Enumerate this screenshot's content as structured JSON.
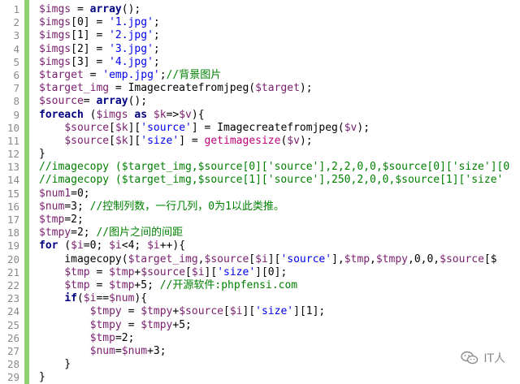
{
  "editor": {
    "lines": [
      {
        "n": "1",
        "tokens": [
          [
            "var",
            "$imgs"
          ],
          [
            "pl",
            " = "
          ],
          [
            "kw",
            "array"
          ],
          [
            "pl",
            "();"
          ]
        ]
      },
      {
        "n": "2",
        "tokens": [
          [
            "var",
            "$imgs"
          ],
          [
            "pl",
            "[0] = "
          ],
          [
            "str",
            "'1.jpg'"
          ],
          [
            "pl",
            ";"
          ]
        ]
      },
      {
        "n": "3",
        "tokens": [
          [
            "var",
            "$imgs"
          ],
          [
            "pl",
            "[1] = "
          ],
          [
            "str",
            "'2.jpg'"
          ],
          [
            "pl",
            ";"
          ]
        ]
      },
      {
        "n": "4",
        "tokens": [
          [
            "var",
            "$imgs"
          ],
          [
            "pl",
            "[2] = "
          ],
          [
            "str",
            "'3.jpg'"
          ],
          [
            "pl",
            ";"
          ]
        ]
      },
      {
        "n": "5",
        "tokens": [
          [
            "var",
            "$imgs"
          ],
          [
            "pl",
            "[3] = "
          ],
          [
            "str",
            "'4.jpg'"
          ],
          [
            "pl",
            ";"
          ]
        ]
      },
      {
        "n": "6",
        "tokens": [
          [
            "var",
            "$target"
          ],
          [
            "pl",
            " = "
          ],
          [
            "str",
            "'emp.jpg'"
          ],
          [
            "pl",
            ";"
          ],
          [
            "com",
            "//背景图片"
          ]
        ]
      },
      {
        "n": "7",
        "tokens": [
          [
            "var",
            "$target_img"
          ],
          [
            "pl",
            " = Imagecreatefromjpeg("
          ],
          [
            "var",
            "$target"
          ],
          [
            "pl",
            ");"
          ]
        ]
      },
      {
        "n": "8",
        "tokens": [
          [
            "var",
            "$source"
          ],
          [
            "pl",
            "= "
          ],
          [
            "kw",
            "array"
          ],
          [
            "pl",
            "();"
          ]
        ]
      },
      {
        "n": "9",
        "tokens": [
          [
            "kw",
            "foreach"
          ],
          [
            "pl",
            " ("
          ],
          [
            "var",
            "$imgs"
          ],
          [
            "pl",
            " "
          ],
          [
            "kw",
            "as"
          ],
          [
            "pl",
            " "
          ],
          [
            "var",
            "$k"
          ],
          [
            "pl",
            "=>"
          ],
          [
            "var",
            "$v"
          ],
          [
            "pl",
            "){"
          ]
        ]
      },
      {
        "n": "10",
        "tokens": [
          [
            "pl",
            "    "
          ],
          [
            "var",
            "$source"
          ],
          [
            "pl",
            "["
          ],
          [
            "var",
            "$k"
          ],
          [
            "pl",
            "]["
          ],
          [
            "str",
            "'source'"
          ],
          [
            "pl",
            "] = Imagecreatefromjpeg("
          ],
          [
            "var",
            "$v"
          ],
          [
            "pl",
            ");"
          ]
        ]
      },
      {
        "n": "11",
        "tokens": [
          [
            "pl",
            "    "
          ],
          [
            "var",
            "$source"
          ],
          [
            "pl",
            "["
          ],
          [
            "var",
            "$k"
          ],
          [
            "pl",
            "]["
          ],
          [
            "str",
            "'size'"
          ],
          [
            "pl",
            "] = "
          ],
          [
            "fn",
            "getimagesize"
          ],
          [
            "pl",
            "("
          ],
          [
            "var",
            "$v"
          ],
          [
            "pl",
            ");"
          ]
        ]
      },
      {
        "n": "12",
        "tokens": [
          [
            "pl",
            "}"
          ]
        ]
      },
      {
        "n": "13",
        "tokens": [
          [
            "com",
            "//imagecopy ($target_img,$source[0]['source'],2,2,0,0,$source[0]['size'][0"
          ]
        ]
      },
      {
        "n": "14",
        "tokens": [
          [
            "com",
            "//imagecopy ($target_img,$source[1]['source'],250,2,0,0,$source[1]['size'"
          ]
        ]
      },
      {
        "n": "15",
        "tokens": [
          [
            "var",
            "$num1"
          ],
          [
            "pl",
            "=0;"
          ]
        ]
      },
      {
        "n": "16",
        "tokens": [
          [
            "var",
            "$num"
          ],
          [
            "pl",
            "=3; "
          ],
          [
            "com",
            "//控制列数，一行几列，0为1以此类推。"
          ]
        ]
      },
      {
        "n": "17",
        "tokens": [
          [
            "var",
            "$tmp"
          ],
          [
            "pl",
            "=2;"
          ]
        ]
      },
      {
        "n": "18",
        "tokens": [
          [
            "var",
            "$tmpy"
          ],
          [
            "pl",
            "=2; "
          ],
          [
            "com",
            "//图片之间的间距"
          ]
        ]
      },
      {
        "n": "19",
        "tokens": [
          [
            "kw",
            "for"
          ],
          [
            "pl",
            " ("
          ],
          [
            "var",
            "$i"
          ],
          [
            "pl",
            "=0; "
          ],
          [
            "var",
            "$i"
          ],
          [
            "pl",
            "<4; "
          ],
          [
            "var",
            "$i"
          ],
          [
            "pl",
            "++){"
          ]
        ]
      },
      {
        "n": "20",
        "tokens": [
          [
            "pl",
            "    imagecopy("
          ],
          [
            "var",
            "$target_img"
          ],
          [
            "pl",
            ","
          ],
          [
            "var",
            "$source"
          ],
          [
            "pl",
            "["
          ],
          [
            "var",
            "$i"
          ],
          [
            "pl",
            "]["
          ],
          [
            "str",
            "'source'"
          ],
          [
            "pl",
            "],"
          ],
          [
            "var",
            "$tmp"
          ],
          [
            "pl",
            ","
          ],
          [
            "var",
            "$tmpy"
          ],
          [
            "pl",
            ",0,0,"
          ],
          [
            "var",
            "$source"
          ],
          [
            "pl",
            "[$"
          ]
        ]
      },
      {
        "n": "21",
        "tokens": [
          [
            "pl",
            "    "
          ],
          [
            "var",
            "$tmp"
          ],
          [
            "pl",
            " = "
          ],
          [
            "var",
            "$tmp"
          ],
          [
            "pl",
            "+"
          ],
          [
            "var",
            "$source"
          ],
          [
            "pl",
            "["
          ],
          [
            "var",
            "$i"
          ],
          [
            "pl",
            "]["
          ],
          [
            "str",
            "'size'"
          ],
          [
            "pl",
            "][0];"
          ]
        ]
      },
      {
        "n": "22",
        "tokens": [
          [
            "pl",
            "    "
          ],
          [
            "var",
            "$tmp"
          ],
          [
            "pl",
            " = "
          ],
          [
            "var",
            "$tmp"
          ],
          [
            "pl",
            "+5; "
          ],
          [
            "com",
            "//开源软件:phpfensi.com"
          ]
        ]
      },
      {
        "n": "23",
        "tokens": [
          [
            "pl",
            "    "
          ],
          [
            "kw",
            "if"
          ],
          [
            "pl",
            "("
          ],
          [
            "var",
            "$i"
          ],
          [
            "pl",
            "=="
          ],
          [
            "var",
            "$num"
          ],
          [
            "pl",
            "){"
          ]
        ]
      },
      {
        "n": "24",
        "tokens": [
          [
            "pl",
            "        "
          ],
          [
            "var",
            "$tmpy"
          ],
          [
            "pl",
            " = "
          ],
          [
            "var",
            "$tmpy"
          ],
          [
            "pl",
            "+"
          ],
          [
            "var",
            "$source"
          ],
          [
            "pl",
            "["
          ],
          [
            "var",
            "$i"
          ],
          [
            "pl",
            "]["
          ],
          [
            "str",
            "'size'"
          ],
          [
            "pl",
            "][1];"
          ]
        ]
      },
      {
        "n": "25",
        "tokens": [
          [
            "pl",
            "        "
          ],
          [
            "var",
            "$tmpy"
          ],
          [
            "pl",
            " = "
          ],
          [
            "var",
            "$tmpy"
          ],
          [
            "pl",
            "+5;"
          ]
        ]
      },
      {
        "n": "26",
        "tokens": [
          [
            "pl",
            "        "
          ],
          [
            "var",
            "$tmp"
          ],
          [
            "pl",
            "=2;"
          ]
        ]
      },
      {
        "n": "27",
        "tokens": [
          [
            "pl",
            "        "
          ],
          [
            "var",
            "$num"
          ],
          [
            "pl",
            "="
          ],
          [
            "var",
            "$num"
          ],
          [
            "pl",
            "+3;"
          ]
        ]
      },
      {
        "n": "28",
        "tokens": [
          [
            "pl",
            "    }"
          ]
        ]
      },
      {
        "n": "29",
        "tokens": [
          [
            "pl",
            "}"
          ]
        ]
      }
    ]
  },
  "watermark": {
    "icon": "wechat-bubble-icon",
    "text": "IT人"
  },
  "colors": {
    "variable": "#7a1e6e",
    "string": "#0000ee",
    "keyword": "#000080",
    "comment": "#008000",
    "function": "#c0007a",
    "fold_bar": "#8fd072",
    "line_number": "#8a8a8a"
  }
}
